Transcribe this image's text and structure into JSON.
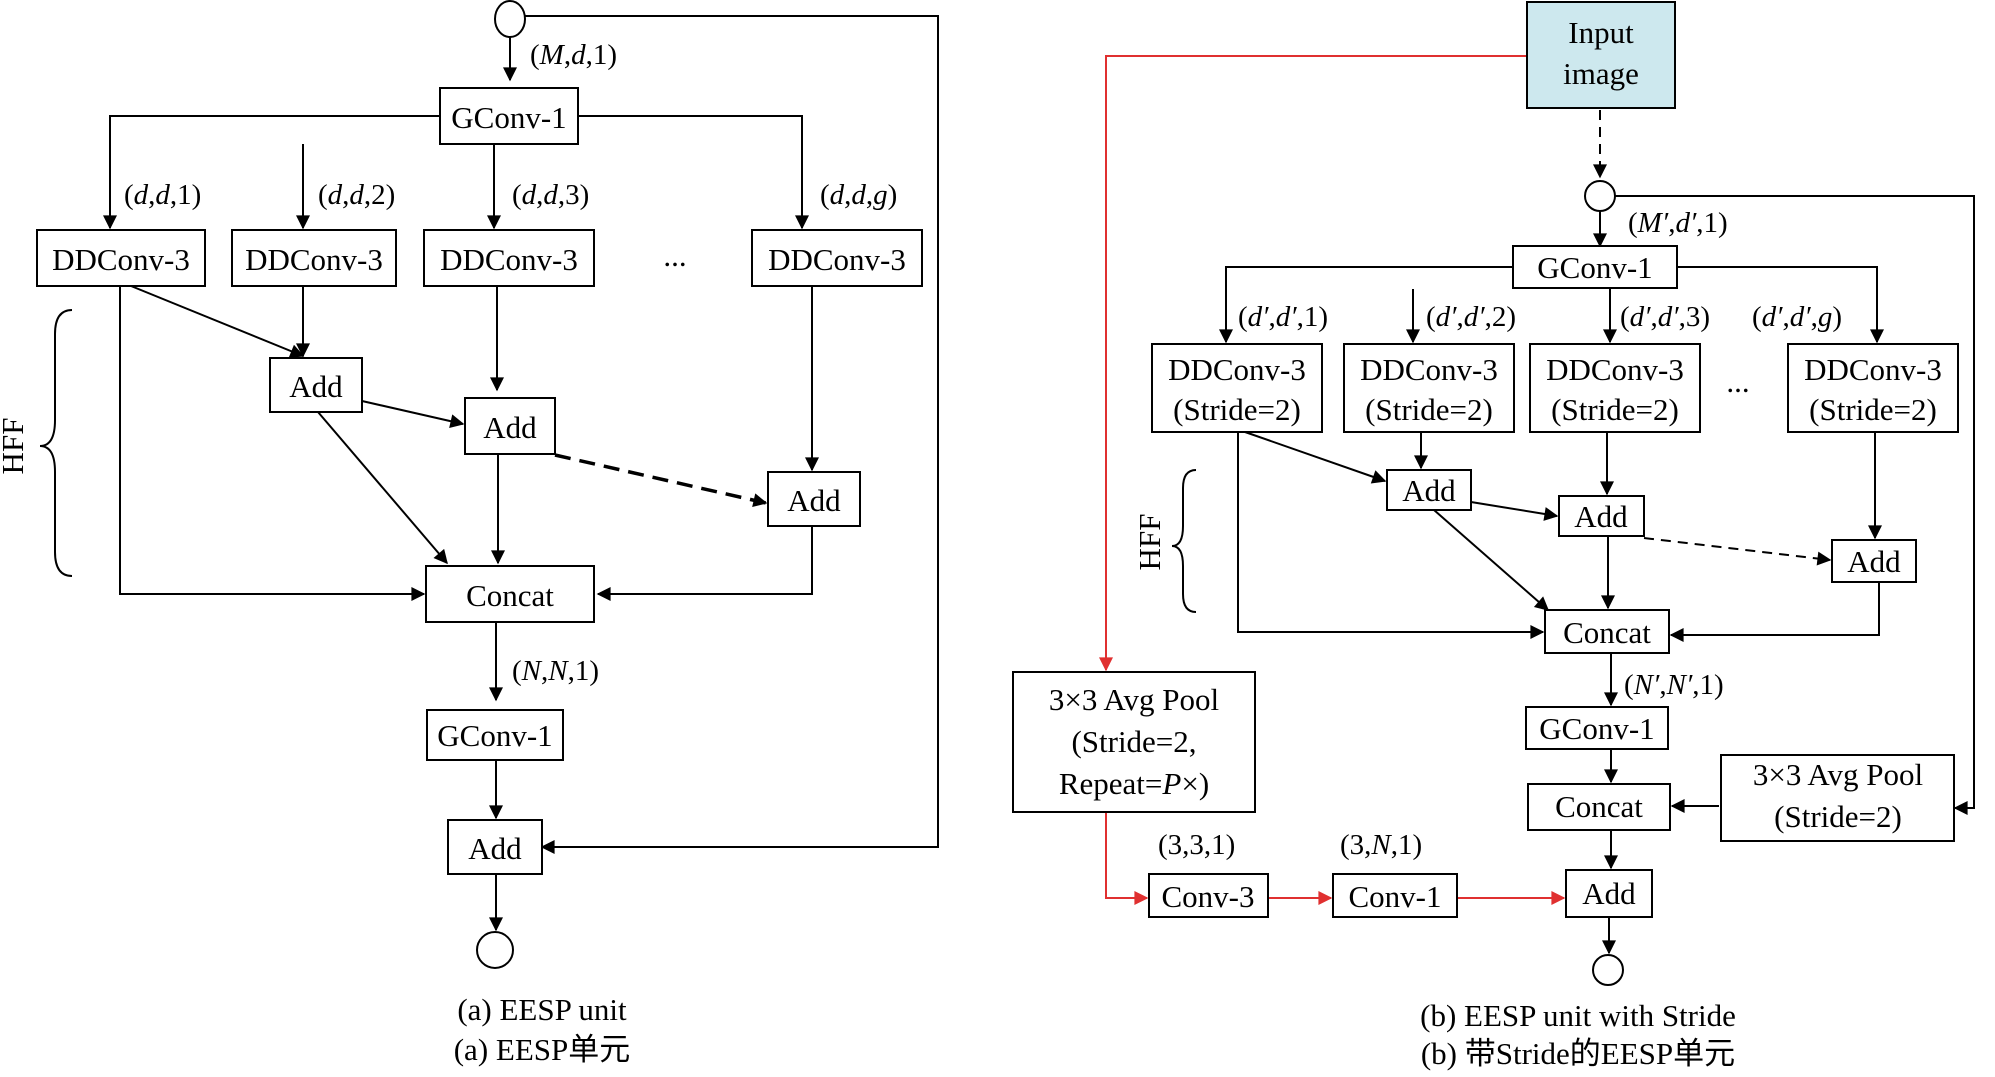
{
  "colors": {
    "accent_red": "#e03030",
    "input_fill": "#cde8ee"
  },
  "a": {
    "gconv1_top": "GConv-1",
    "ddconv": [
      "DDConv-3",
      "DDConv-3",
      "DDConv-3",
      "DDConv-3"
    ],
    "ellipsis": "...",
    "hff": "HFF",
    "add": [
      "Add",
      "Add",
      "Add"
    ],
    "concat": "Concat",
    "gconv1_bottom": "GConv-1",
    "add_final": "Add",
    "labels": {
      "md1": [
        "(",
        "M",
        ",",
        "d",
        ",1)"
      ],
      "dd1": [
        "(",
        "d",
        ",",
        "d",
        ",1)"
      ],
      "dd2": [
        "(",
        "d",
        ",",
        "d",
        ",2)"
      ],
      "dd3": [
        "(",
        "d",
        ",",
        "d",
        ",3)"
      ],
      "ddg": [
        "(",
        "d",
        ",",
        "d",
        ",",
        "g",
        ")"
      ],
      "nn1": [
        "(",
        "N",
        ",",
        "N",
        ",1)"
      ]
    },
    "caption_en": "(a) EESP unit",
    "caption_zh": "(a) EESP单元"
  },
  "b": {
    "input_line1": "Input",
    "input_line2": "image",
    "gconv1_top": "GConv-1",
    "ddconv_line1": [
      "DDConv-3",
      "DDConv-3",
      "DDConv-3",
      "DDConv-3"
    ],
    "ddconv_line2": [
      "(Stride=2)",
      "(Stride=2)",
      "(Stride=2)",
      "(Stride=2)"
    ],
    "ellipsis": "...",
    "hff": "HFF",
    "add": [
      "Add",
      "Add",
      "Add"
    ],
    "concat": "Concat",
    "gconv1_bottom": "GConv-1",
    "concat2": "Concat",
    "add_final": "Add",
    "avgpool_right_line1": "3×3 Avg Pool",
    "avgpool_right_line2": "(Stride=2)",
    "avgpool_left_line1": "3×3 Avg Pool",
    "avgpool_left_line2": "(Stride=2,",
    "avgpool_left_line3": [
      "Repeat=",
      "P",
      "×)"
    ],
    "conv3": "Conv-3",
    "conv1": "Conv-1",
    "labels": {
      "md1": [
        "(",
        "M′",
        ",",
        "d′",
        ",1)"
      ],
      "dd1": [
        "(",
        "d′",
        ",",
        "d′",
        ",1)"
      ],
      "dd2": [
        "(",
        "d′",
        ",",
        "d′",
        ",2)"
      ],
      "dd3": [
        "(",
        "d′",
        ",",
        "d′",
        ",3)"
      ],
      "ddg": [
        "(",
        "d′",
        ",",
        "d′",
        ",",
        "g",
        ")"
      ],
      "nn1": [
        "(",
        "N′",
        ",",
        "N′",
        ",1)"
      ],
      "c331": "(3,3,1)",
      "c3n1": [
        "(3,",
        "N",
        ",1)"
      ]
    },
    "caption_en": "(b) EESP unit with Stride",
    "caption_zh": "(b) 带Stride的EESP单元"
  }
}
